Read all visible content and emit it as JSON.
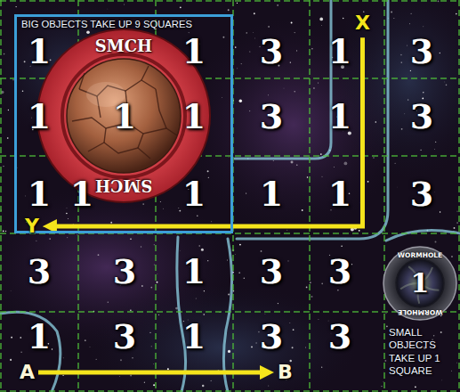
{
  "diagram": {
    "nodes": [
      {
        "text": [
          "BIG OBJECTS TAKE UP 9 SQUARES"
        ]
      },
      {
        "text": [
          "SMCH",
          "SMCH"
        ],
        "in": 0
      },
      {
        "text": [
          "X"
        ]
      },
      {
        "text": [
          "Y"
        ]
      },
      {
        "text": [
          "WORMHOLE",
          "1",
          "WORMHOLE"
        ]
      },
      {
        "text": [
          "A"
        ]
      },
      {
        "text": [
          "B"
        ]
      }
    ],
    "edges": [
      {
        "from": 2,
        "to": 3,
        "arrow": "to"
      },
      {
        "from": 5,
        "to": 6,
        "arrow": "to"
      }
    ],
    "labels": [
      "1",
      "1",
      "3",
      "1",
      "3",
      "1",
      "1",
      "1",
      "3",
      "1",
      "3",
      "1",
      "1",
      "1",
      "1",
      "1",
      "3",
      "3",
      "3",
      "1",
      "3",
      "3",
      "1",
      "3",
      "1",
      "3",
      "3",
      "SMALL OBJECTS TAKE UP 1 SQUARE"
    ]
  }
}
